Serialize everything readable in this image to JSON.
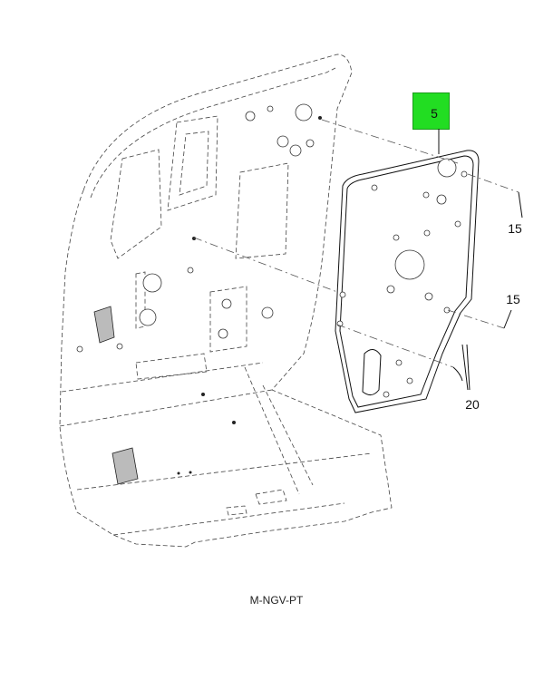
{
  "callouts": {
    "part_5": "5",
    "part_15_top": "15",
    "part_15_bottom": "15",
    "part_20": "20"
  },
  "caption": "M-NGV-PT",
  "colors": {
    "highlight": "#22dd22",
    "line": "#333333"
  }
}
